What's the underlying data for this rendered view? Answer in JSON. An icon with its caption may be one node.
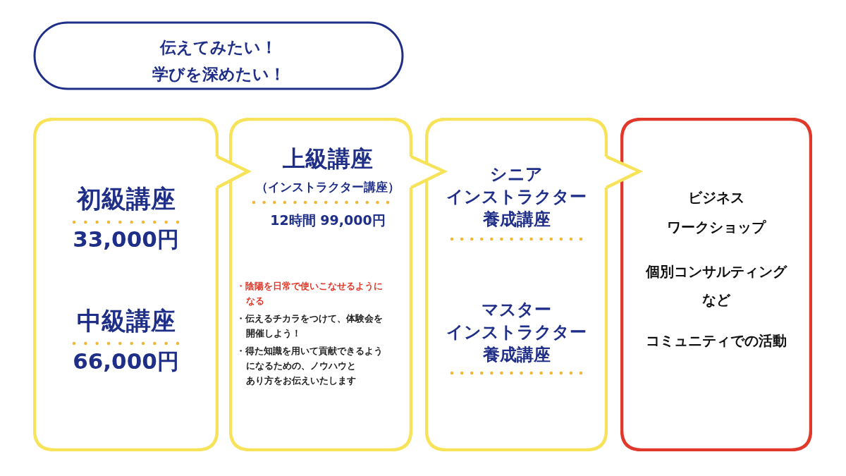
{
  "diagram": {
    "nodes": [
      {
        "text": [
          "伝えてみたい！学びを深めたい！"
        ]
      },
      {
        "text": [
          "初級講座",
          "33,000円",
          "中級講座",
          "66,000円"
        ]
      },
      {
        "text": [
          "上級講座",
          "（インストラクター講座）",
          "12時間 99,000円",
          "・陰陽を日常で使いこなせるようになる",
          "・伝えるチカラをつけて、体験会を開催しよう！",
          "・得た知識を用いて貢献できるようになるための、ノウハウとあり方をお伝えいたします"
        ]
      },
      {
        "text": [
          "シニアインストラクター養成講座",
          "マスターインストラクター養成講座"
        ]
      },
      {
        "text": [
          "ビジネスワークショップ",
          "個別コンサルティングなど",
          "コミュニティでの活動"
        ]
      }
    ],
    "edges": [
      {
        "from": 1,
        "to": 2,
        "arrow": "to"
      },
      {
        "from": 2,
        "to": 3,
        "arrow": "to"
      },
      {
        "from": 3,
        "to": 4,
        "arrow": "to"
      }
    ]
  }
}
